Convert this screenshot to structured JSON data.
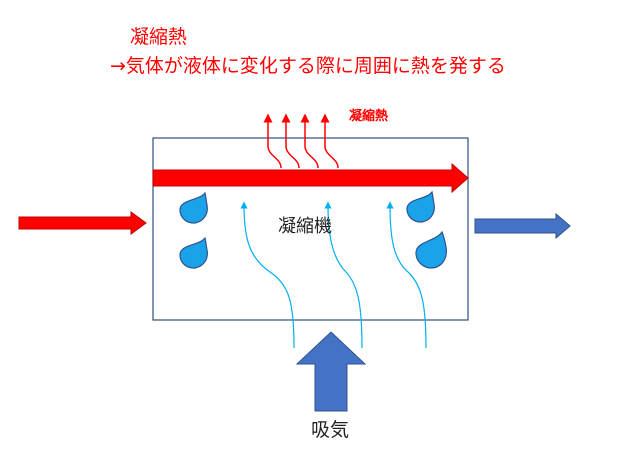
{
  "header": {
    "title": "凝縮熱",
    "definition": "→気体が液体に変化する際に周囲に熱を発する"
  },
  "diagram": {
    "heat_label": "凝縮熱",
    "device_label": "凝縮機",
    "intake_label": "吸気"
  },
  "colors": {
    "heat_red": "#ff0000",
    "cool_blue": "#4472c4",
    "airflow_cyan": "#00b0f0",
    "droplet_fill": "#1aa3e8",
    "box_border": "#2f4f7f"
  }
}
